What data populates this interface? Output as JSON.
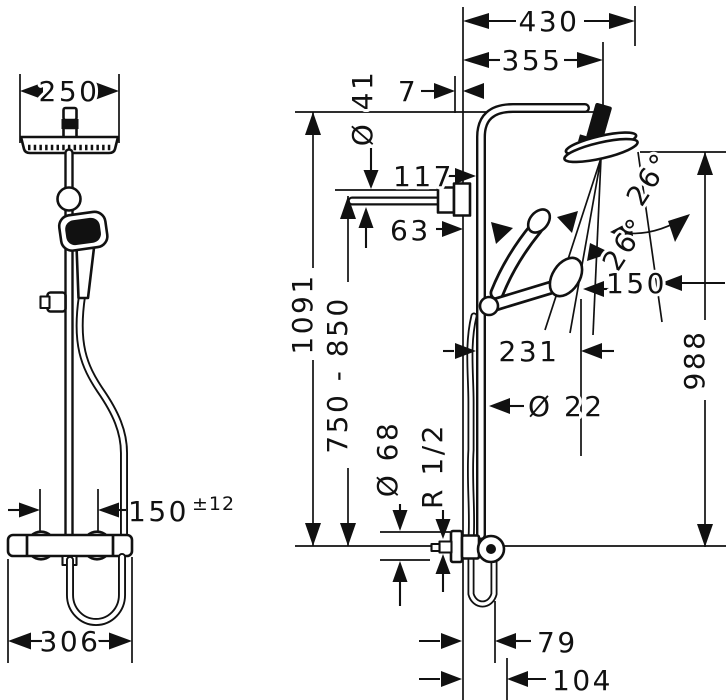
{
  "colors": {
    "ink": "#111111",
    "background": "#ffffff"
  },
  "front_view": {
    "dimensions": {
      "overhead_width": "250",
      "supply_center_distance": "150",
      "supply_tolerance": "±12",
      "thermostat_width": "306"
    }
  },
  "side_view": {
    "dimensions": {
      "total_projection": "430",
      "arm_projection": "355",
      "top_offset": "7",
      "upper_escutcheon_diameter": "Ø 41",
      "dim_117": "117",
      "dim_63": "63",
      "spray_angle_a": "26°",
      "spray_angle_b": "26°",
      "spray_width": "150",
      "handshower_projection": "231",
      "pipe_diameter": "Ø 22",
      "lower_escutcheon_diameter": "Ø 68",
      "connection_thread": "R 1/2",
      "head_to_valve_height": "988",
      "total_height": "1091",
      "mounting_height_range": "750 - 850",
      "hose_clearance": "79",
      "hose_projection": "104"
    }
  }
}
